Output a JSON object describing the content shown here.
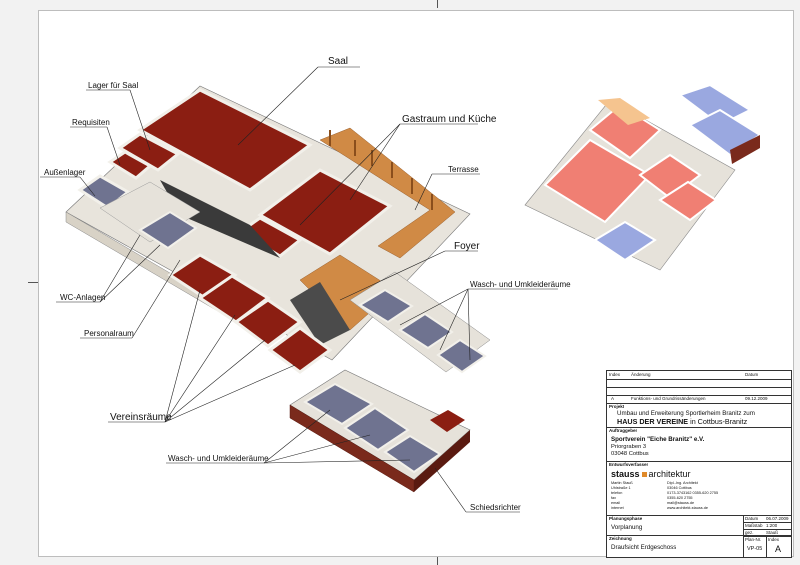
{
  "labels": {
    "saal": "Saal",
    "lager_saal": "Lager für Saal",
    "requisiten": "Requisiten",
    "aussenlager": "Außenlager",
    "gastraum": "Gastraum und Küche",
    "terrasse": "Terrasse",
    "foyer": "Foyer",
    "wasch_top": "Wasch- und Umkleideräume",
    "wc": "WC-Anlagen",
    "personal": "Personalraum",
    "vereinsraeume": "Vereinsräume",
    "wasch_bottom": "Wasch- und Umkleideräume",
    "schiedsrichter": "Schiedsrichter"
  },
  "title_block": {
    "head": {
      "index": "Index",
      "aenderung": "Änderung",
      "datum": "Datum"
    },
    "rev": {
      "index": "A",
      "text": "Funktions- und Grundrissänderungen",
      "date": "09.12.2009"
    },
    "projekt_label": "Projekt",
    "projekt_line1": "Umbau und Erweiterung Sportlerheim Branitz zum",
    "projekt_line2_bold": "HAUS DER VEREINE",
    "projekt_line2_rest": " in Cottbus-Branitz",
    "auftraggeber_label": "Auftraggeber",
    "auftraggeber_name": "Sportverein \"Eiche Branitz\" e.V.",
    "auftraggeber_street": "Priorgraben 3",
    "auftraggeber_city": "03048 Cottbus",
    "verfasser_label": "Entwurfsverfasser",
    "firm_a": "stauss",
    "firm_b": "architektur",
    "contact_left": [
      "Martin Stauß",
      "Uhlstraße 1",
      "telefon",
      "fax",
      "email",
      "internet"
    ],
    "contact_mid": [
      "Dipl.-Ing. Architekt",
      "03046 Cottbus",
      "0173-3743162   0355-620 2755",
      "0355-620 2755",
      "mail@stauss.de",
      "www.architekt-stauss.de"
    ],
    "phase_label": "Planungsphase",
    "phase": "Vorplanung",
    "zeichnung_label": "Zeichnung",
    "zeichnung": "Draufsicht Erdgeschoss",
    "meta": [
      {
        "k": "Datum",
        "v": "06.07.2009"
      },
      {
        "k": "Maßstab",
        "v": "1:200"
      },
      {
        "k": "gez.",
        "v": "Stauß"
      }
    ],
    "plan_nr_label": "Plan-Nr.",
    "plan_nr": "VP-05",
    "index_label": "Index",
    "index_value": "A"
  }
}
